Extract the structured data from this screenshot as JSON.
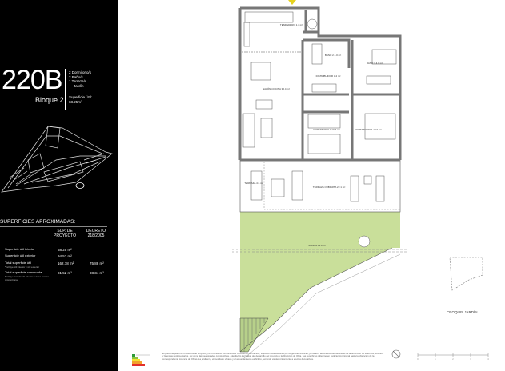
{
  "unit": {
    "code": "220B",
    "block": "Bloque 2",
    "features": [
      "2 Dormitorio/s",
      "2 Baño/s",
      "1 Terraza/s",
      "Jardín"
    ],
    "useful_surface_label": "Superficie Útil:",
    "useful_surface_value": "68.25m²"
  },
  "surfaces": {
    "title": "SUPERFICIES APROXIMADAS:",
    "col1": "SUP. DE PROYECTO",
    "col2": "DECRETO 218/2005",
    "rows": [
      {
        "label": "Superficie útil interior",
        "sub": "",
        "project": "68.25 m²",
        "decree": ""
      },
      {
        "label": "Superficie útil exterior",
        "sub": "",
        "project": "94.53 m²",
        "decree": ""
      },
      {
        "label": "Total superficie útil",
        "sub": "*Incluye útil interior y útil exterior",
        "project": "162.78 m²",
        "decree": "75.88 m²"
      },
      {
        "label": "Total superficie construida",
        "sub": "*Incluye construida interior y zona común proporcional",
        "project": "81.52 m²",
        "decree": "98.34 m²"
      }
    ]
  },
  "rooms": {
    "tendedero": "TENDEDERO 1.4 m²",
    "bano2": "BAÑO 2 4.0 m²",
    "bano1": "BAÑO 1 4.0 m²",
    "distribuidor": "DISTRIBUIDOR 3.4 m²",
    "salon": "SALÓN-COCINA 30.4 m²",
    "dorm2": "DORMITORIO 2 10.6 m²",
    "dorm1": "DORMITORIO 1 12.0 m²",
    "terraza": "TERRAZA 4.6 m²",
    "terraza_cubierta": "TERRAZA CUBIERTA 22.1 m²",
    "jardin": "JARDÍN 89.8 m²"
  },
  "croquis_label": "CROQUIS JARDÍN",
  "disclaimer": "El presente plano es un avance de proyecto y es orientativo, no constituye documento contractual, sujeto a modificaciones por exigencias técnicas, jurídicas o administrativas derivadas de la obtención de todos los permisos y licencias reglamentarios, así como las necesidades constructivas o de diseño derivadas del desarrollo del proyecto y la Dirección de Obra. Las superficies útiles tienen carácter provisional hasta la obtención de la correspondiente Licencia de Obras. La jardinería, el mobiliario urbano y el amueblamiento es ficticio, teniendo validez únicamente a efectos decorativos.",
  "scale_ticks": [
    "0",
    "1",
    "2",
    "3",
    "4"
  ],
  "colors": {
    "garden": "#c9df9a",
    "panel": "#000000",
    "wall": "#808080"
  }
}
